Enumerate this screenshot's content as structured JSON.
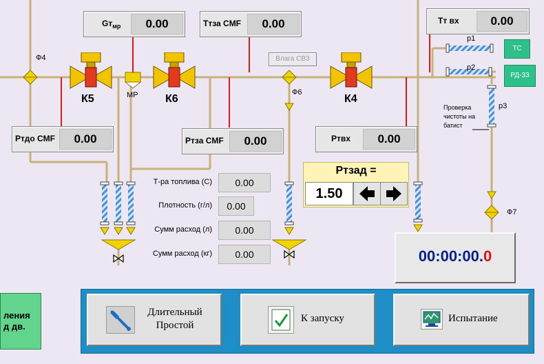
{
  "fields": {
    "gt": {
      "label": "Gт",
      "sub": "мр",
      "value": "0.00"
    },
    "ttza": {
      "label": "Ттза CMF",
      "value": "0.00"
    },
    "ttvx": {
      "label": "Тт вх",
      "value": "0.00"
    },
    "rtdo": {
      "label": "Ртдо CMF",
      "value": "0.00"
    },
    "rtza": {
      "label": "Ртза CMF",
      "value": "0.00"
    },
    "rtvx": {
      "label": "Ртвх",
      "value": "0.00"
    }
  },
  "valves": {
    "k5": "К5",
    "k6": "К6",
    "k4": "К4"
  },
  "labels": {
    "f4": "Ф4",
    "f6": "Ф6",
    "f7": "Ф7",
    "mr": "МР",
    "vlaga": "Влага СВЗ",
    "p1": "р1",
    "p2": "р2",
    "p3": "р3",
    "tc": "ТС",
    "rd33": "РД-33",
    "check_line1": "Проверка",
    "check_line2": "чистоты на",
    "check_line3": "батист"
  },
  "readings": [
    {
      "label": "Т-ра топлива (С)",
      "value": "0.00"
    },
    {
      "label": "Плотность (г/л)",
      "value": "0.00"
    },
    {
      "label": "Сумм расход (л)",
      "value": "0.00"
    },
    {
      "label": "Сумм расход (кг)",
      "value": "0.00"
    }
  ],
  "setpoint": {
    "title": "Ртзад =",
    "value": "1.50"
  },
  "timer": {
    "main": "00:00:00.",
    "tenths": "0"
  },
  "buttons": {
    "left_line1": "ления",
    "left_line2": "д дв.",
    "long_idle_line1": "Длительный",
    "long_idle_line2": "Простой",
    "to_launch": "К запуску",
    "test": "Испытание"
  },
  "colors": {
    "pipe": "#c8b27a",
    "timer_text": "#0a1f8a",
    "timer_red": "#e01010",
    "panel": "#1e8fc6",
    "valve_body": "#f2c400"
  }
}
